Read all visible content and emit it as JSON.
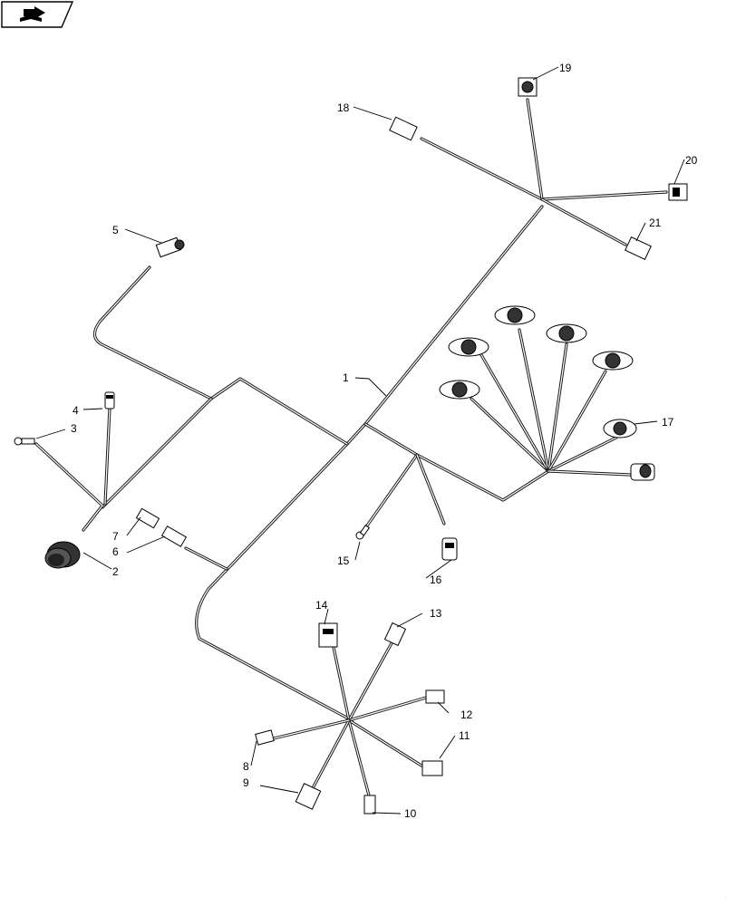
{
  "nav_icon": "book-arrow-icon",
  "callouts": {
    "c1": "1",
    "c2": "2",
    "c3": "3",
    "c4": "4",
    "c5": "5",
    "c6": "6",
    "c7": "7",
    "c8": "8",
    "c9": "9",
    "c10": "10",
    "c11": "11",
    "c12": "12",
    "c13": "13",
    "c14": "14",
    "c15": "15",
    "c16": "16",
    "c17": "17",
    "c18": "18",
    "c19": "19",
    "c20": "20",
    "c21": "21"
  }
}
